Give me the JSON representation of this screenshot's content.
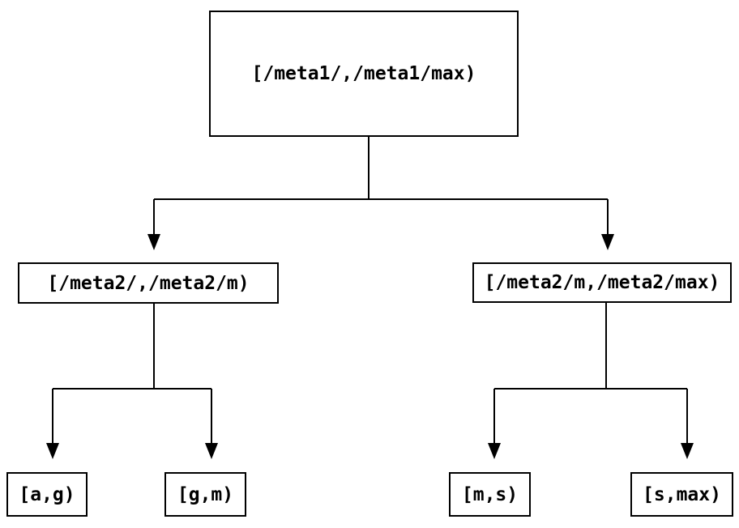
{
  "diagram": {
    "type": "binary-interval-tree",
    "nodes": {
      "root": {
        "label": "[/meta1/,/meta1/max)"
      },
      "mid_left": {
        "label": "[/meta2/,/meta2/m)"
      },
      "mid_right": {
        "label": "[/meta2/m,/meta2/max)"
      },
      "leaf_1": {
        "label": "[a,g)"
      },
      "leaf_2": {
        "label": "[g,m)"
      },
      "leaf_3": {
        "label": "[m,s)"
      },
      "leaf_4": {
        "label": "[s,max)"
      }
    },
    "edges": [
      {
        "from": "root",
        "to": "mid_left"
      },
      {
        "from": "root",
        "to": "mid_right"
      },
      {
        "from": "mid_left",
        "to": "leaf_1"
      },
      {
        "from": "mid_left",
        "to": "leaf_2"
      },
      {
        "from": "mid_right",
        "to": "leaf_3"
      },
      {
        "from": "mid_right",
        "to": "leaf_4"
      }
    ],
    "colors": {
      "line": "#000000",
      "text": "#000000",
      "node_border": "#000000",
      "background": "#ffffff"
    }
  }
}
